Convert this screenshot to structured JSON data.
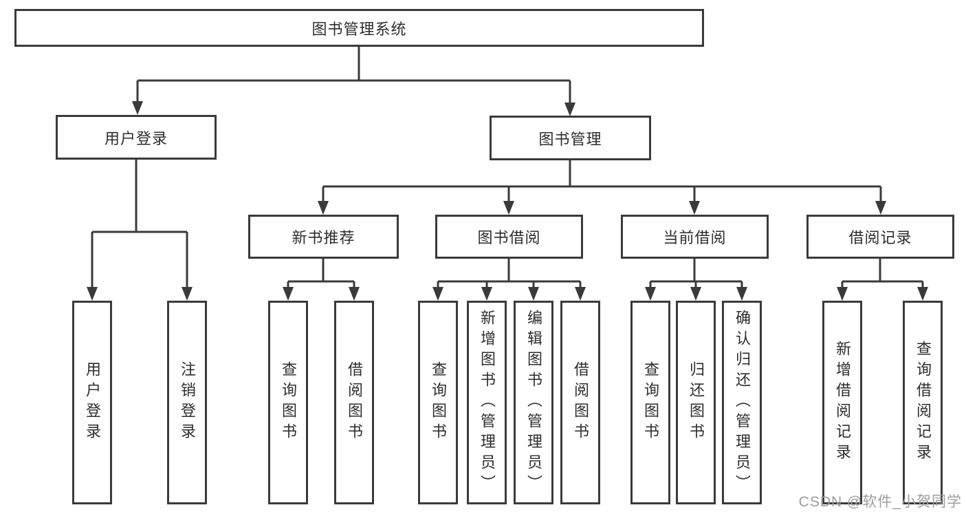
{
  "tree": {
    "root": "图书管理系统",
    "children": [
      {
        "label": "用户登录",
        "children": [
          "用户登录",
          "注销登录"
        ]
      },
      {
        "label": "图书管理",
        "children": [
          {
            "label": "新书推荐",
            "children": [
              "查询图书",
              "借阅图书"
            ]
          },
          {
            "label": "图书借阅",
            "children": [
              "查询图书",
              "新增图书（管理员）",
              "编辑图书（管理员）",
              "借阅图书"
            ]
          },
          {
            "label": "当前借阅",
            "children": [
              "查询图书",
              "归还图书",
              "确认归还（管理员）"
            ]
          },
          {
            "label": "借阅记录",
            "children": [
              "新增借阅记录",
              "查询借阅记录"
            ]
          }
        ]
      }
    ]
  },
  "watermark": "CSDN @软件_小贺同学",
  "colors": {
    "line": "#3a3a3a",
    "box_border": "#3a3a3a",
    "text": "#2d2d2d",
    "watermark": "#9c9c9c",
    "background": "#ffffff"
  }
}
